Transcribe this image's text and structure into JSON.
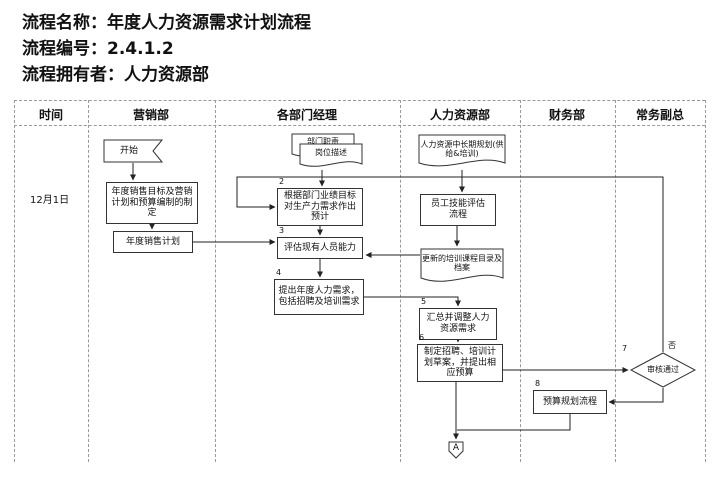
{
  "header": {
    "title": "流程名称：年度人力资源需求计划流程",
    "number": "流程编号：2.4.1.2",
    "owner": "流程拥有者：人力资源部"
  },
  "lanes": {
    "time": "时间",
    "marketing": "营销部",
    "managers": "各部门经理",
    "hr": "人力资源部",
    "finance": "财务部",
    "evp": "常务副总"
  },
  "timeline": {
    "date": "12月1日"
  },
  "nodes": {
    "start": "开始",
    "annual_sales_target": "年度销售目标及营销计划和预算编制的制定",
    "annual_sales_plan": "年度销售计划",
    "dept_duty_doc": "部门职责",
    "job_desc_doc": "岗位描述",
    "productivity_forecast": "根据部门业绩目标对生产力需求作出预计",
    "assess_capability": "评估现有人员能力",
    "propose_hr_demand": "提出年度人力需求，包括招聘及培训需求",
    "hr_longterm_plan_doc": "人力资源中长期规划(供给&培训)",
    "skill_assess_process": "员工技能评估流程",
    "training_catalog_doc": "更新的培训课程目录及档案",
    "consolidate_demand": "汇总并调整人力资源需求",
    "draft_plan_budget": "制定招聘、培训计划草案，并提出相应预算",
    "approval_decision": "审核通过",
    "budget_process": "预算规划流程",
    "offpage_connector": "A"
  },
  "labels": {
    "no": "否",
    "step2": "2",
    "step3": "3",
    "step4": "4",
    "step5": "5",
    "step6": "6",
    "step7": "7",
    "step8": "8"
  }
}
